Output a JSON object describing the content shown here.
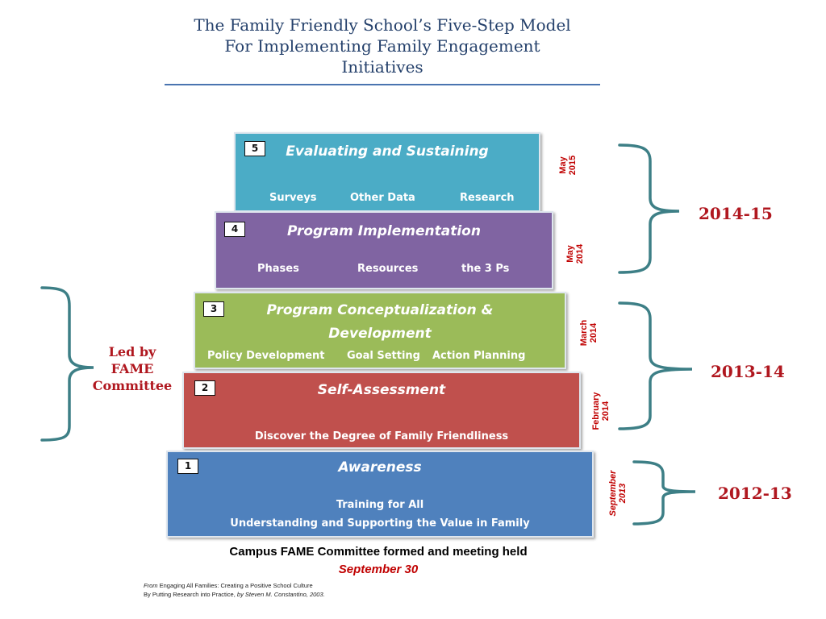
{
  "title": {
    "line1": "The Family Friendly School’s Five-Step Model",
    "line2": "For Implementing Family Engagement",
    "line3": "Initiatives"
  },
  "steps": [
    {
      "number": "5",
      "title": "Evaluating and Sustaining",
      "subs": [
        "Surveys",
        "Other Data",
        "Research"
      ],
      "color": "#4bacc6"
    },
    {
      "number": "4",
      "title": "Program Implementation",
      "subs": [
        "Phases",
        "Resources",
        "the 3 Ps"
      ],
      "color": "#8064a2"
    },
    {
      "number": "3",
      "title_line1": "Program Conceptualization &",
      "title_line2": "Development",
      "subs": [
        "Policy Development",
        "Goal Setting",
        "Action Planning"
      ],
      "color": "#9bbb59"
    },
    {
      "number": "2",
      "title": "Self-Assessment",
      "subs": [
        "Discover the Degree of Family Friendliness"
      ],
      "color": "#c0504d"
    },
    {
      "number": "1",
      "title": "Awareness",
      "subs": [
        "Training for All",
        "Understanding and Supporting the Value in Family"
      ],
      "color": "#4f81bd"
    }
  ],
  "dates": [
    {
      "month": "May",
      "year": "2015"
    },
    {
      "month": "May",
      "year": "2014"
    },
    {
      "month": "March",
      "year": "2014"
    },
    {
      "month": "February",
      "year": "2014"
    },
    {
      "month": "September",
      "year": "2013"
    }
  ],
  "year_labels": [
    "2014-15",
    "2013-14",
    "2012-13"
  ],
  "led_by": {
    "line1": "Led by",
    "line2": "FAME",
    "line3": "Committee"
  },
  "footer": {
    "formed": "Campus FAME Committee formed and meeting held",
    "date": "September 30"
  },
  "citation": {
    "from": "From",
    "book": "Engaging All Families:  Creating a Positive School Culture",
    "by_line": "By Putting Research into Practice,",
    "by": "by",
    "author": "Steven M. Constantino, 2003."
  },
  "colors": {
    "brace": "#3d7f86",
    "accent_red": "#c00000",
    "title_blue": "#24406b"
  }
}
